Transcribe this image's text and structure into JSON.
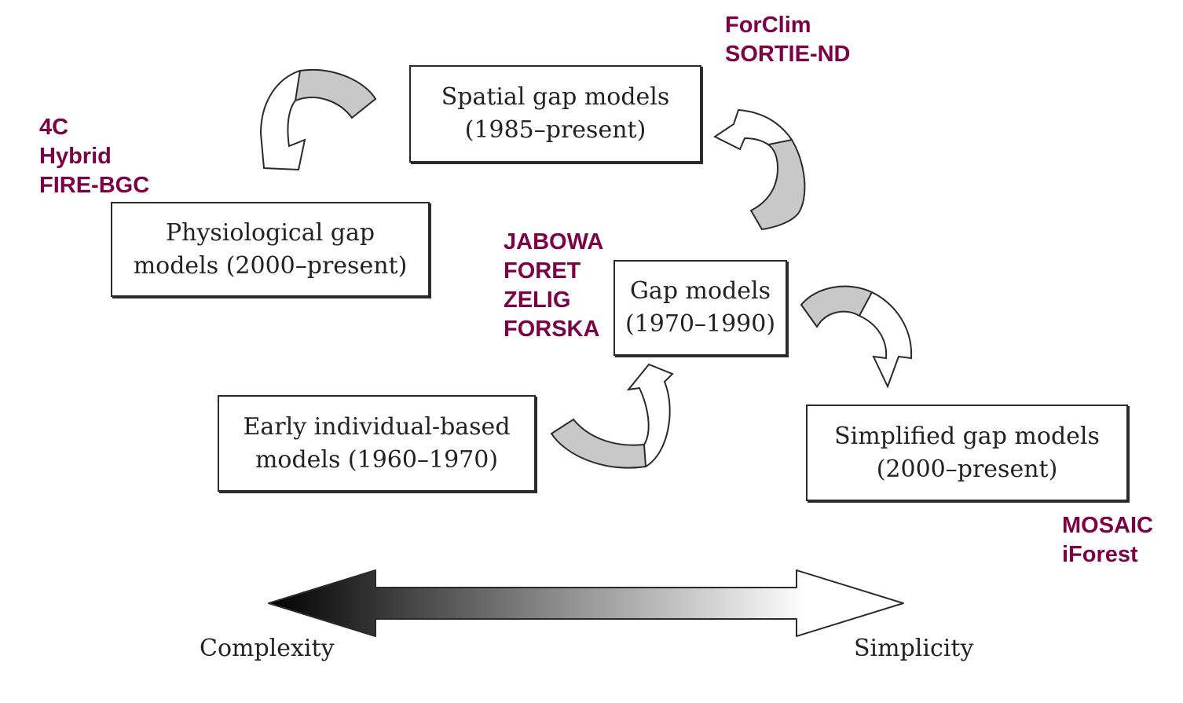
{
  "colors": {
    "label": "#7b0046",
    "arrow_fill": "#c8c8c8",
    "stroke": "#2a2a2a"
  },
  "boxes": {
    "spatial": [
      "Spatial gap models",
      "(1985–present)"
    ],
    "physiological": [
      "Physiological gap",
      "models (2000–present)"
    ],
    "gap": [
      "Gap models",
      "(1970–1990)"
    ],
    "early": [
      "Early individual-based",
      "models (1960–1970)"
    ],
    "simplified": [
      "Simplified gap models",
      "(2000–present)"
    ]
  },
  "model_labels": {
    "spatial": [
      "ForClim",
      "SORTIE-ND"
    ],
    "physiological": [
      "4C",
      "Hybrid",
      "FIRE-BGC"
    ],
    "gap": [
      "JABOWA",
      "FORET",
      "ZELIG",
      "FORSKA"
    ],
    "simplified": [
      "MOSAIC",
      "iForest"
    ]
  },
  "axis": {
    "left": "Complexity",
    "right": "Simplicity"
  }
}
